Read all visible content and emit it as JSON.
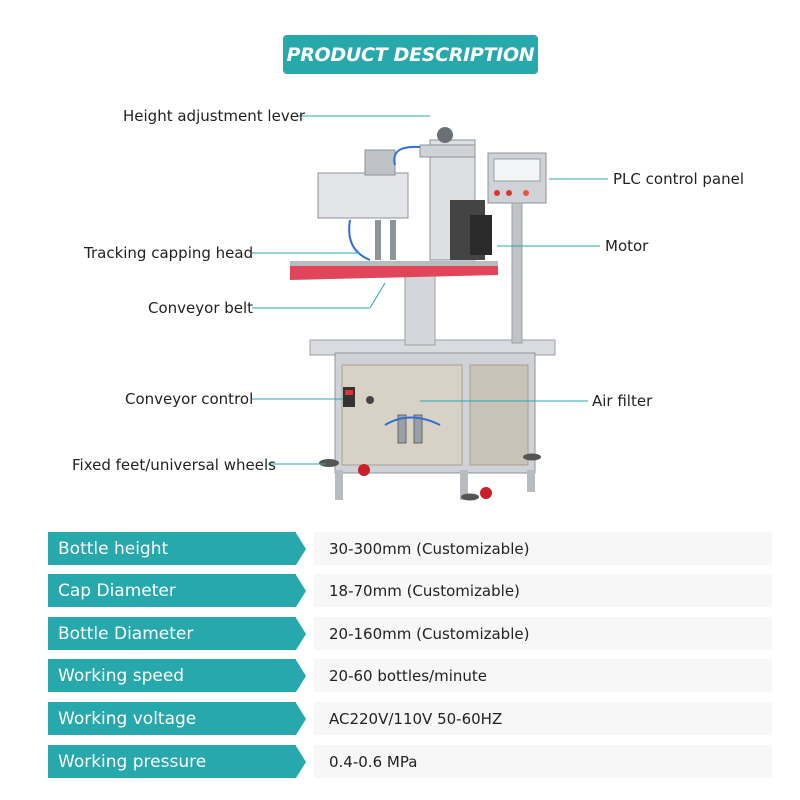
{
  "header": {
    "title": "PRODUCT DESCRIPTION"
  },
  "callouts": {
    "height_lever": "Height adjustment lever",
    "plc_panel": "PLC control panel",
    "capping_head": "Tracking capping head",
    "motor": "Motor",
    "conveyor_belt": "Conveyor belt",
    "conveyor_control": "Conveyor control",
    "air_filter": "Air filter",
    "feet_wheels": "Fixed feet/universal wheels"
  },
  "specs": [
    {
      "label": "Bottle height",
      "value": "30-300mm (Customizable)"
    },
    {
      "label": "Cap Diameter",
      "value": "18-70mm (Customizable)"
    },
    {
      "label": "Bottle Diameter",
      "value": "20-160mm (Customizable)"
    },
    {
      "label": "Working speed",
      "value": "20-60 bottles/minute"
    },
    {
      "label": "Working voltage",
      "value": "AC220V/110V 50-60HZ"
    },
    {
      "label": "Working pressure",
      "value": "0.4-0.6 MPa"
    }
  ],
  "colors": {
    "accent": "#27a8ad",
    "belt": "#e0455a",
    "steel": "#c9ccd1"
  }
}
